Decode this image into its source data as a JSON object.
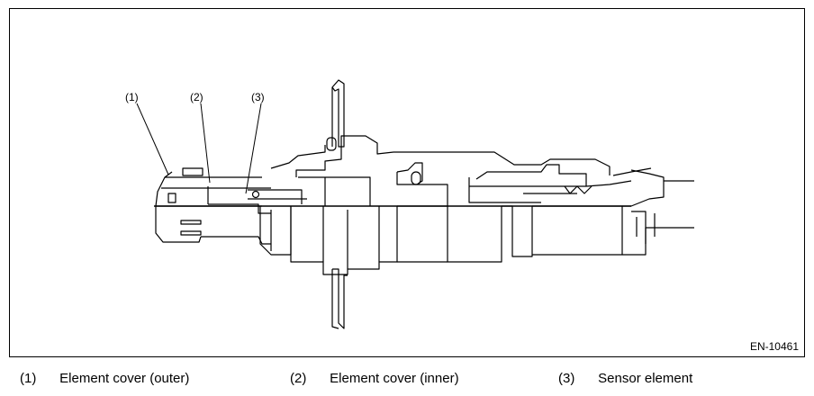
{
  "figure": {
    "code": "EN-10461",
    "callouts": [
      {
        "num": "(1)"
      },
      {
        "num": "(2)"
      },
      {
        "num": "(3)"
      }
    ]
  },
  "legend": [
    {
      "num": "(1)",
      "text": "Element cover (outer)"
    },
    {
      "num": "(2)",
      "text": "Element cover (inner)"
    },
    {
      "num": "(3)",
      "text": "Sensor element"
    }
  ]
}
